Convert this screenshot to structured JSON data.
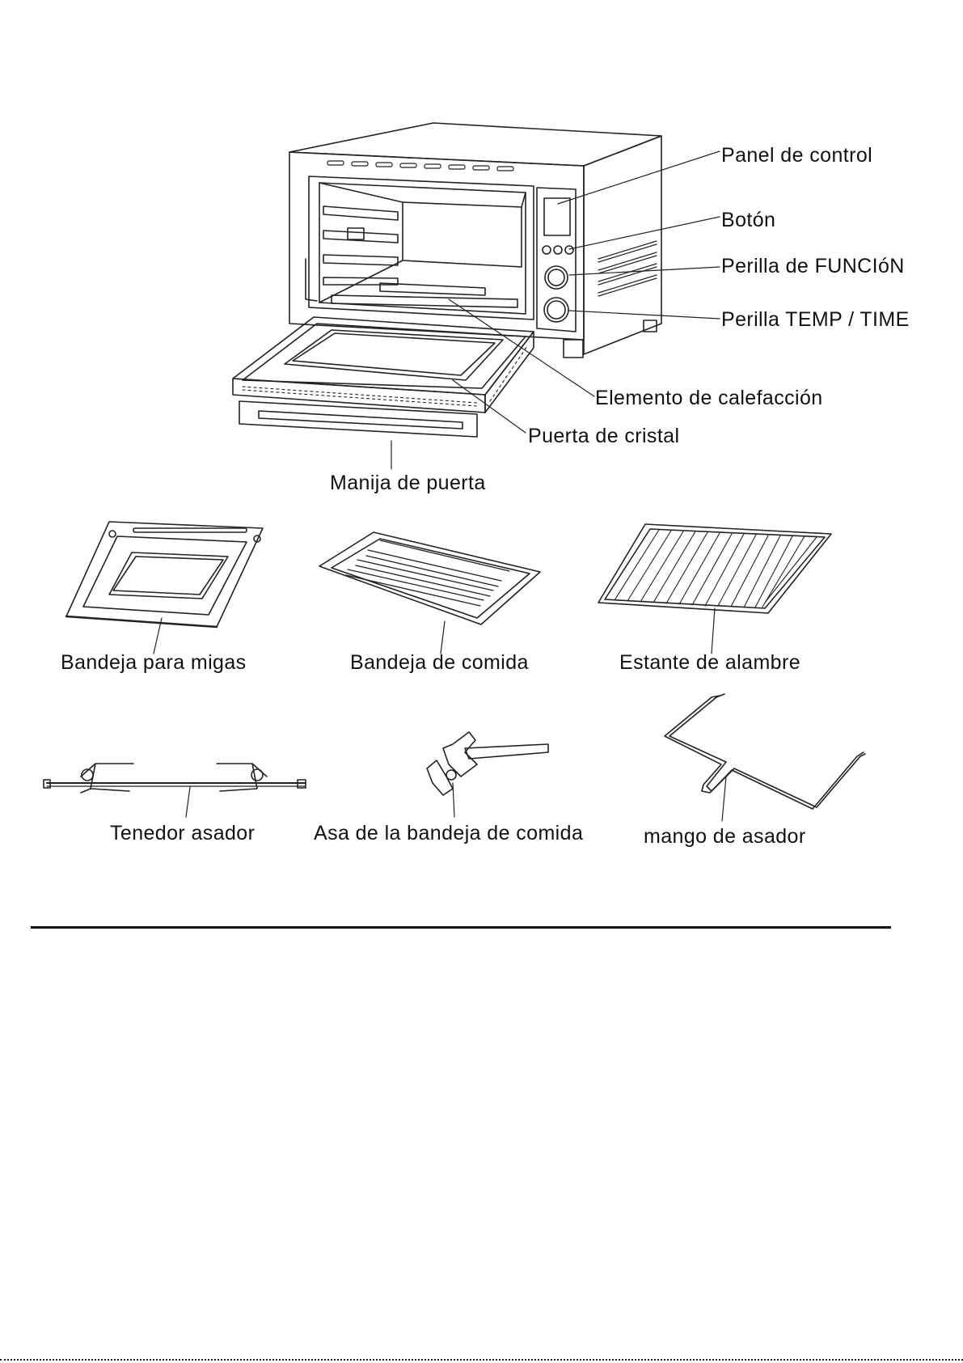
{
  "oven_labels": {
    "control_panel": "Panel de control",
    "button": "Botón",
    "function_knob": "Perilla de FUNCIóN",
    "temp_time_knob": "Perilla TEMP / TIME",
    "heating_element": "Elemento de calefacción",
    "glass_door": "Puerta de cristal",
    "door_handle": "Manija de puerta"
  },
  "accessories": {
    "crumb_tray": "Bandeja para migas",
    "food_tray": "Bandeja de comida",
    "wire_rack": "Estante de alambre",
    "rotisserie_fork": "Tenedor asador",
    "tray_handle": "Asa de la bandeja de comida",
    "rotisserie_handle": "mango de asador"
  }
}
